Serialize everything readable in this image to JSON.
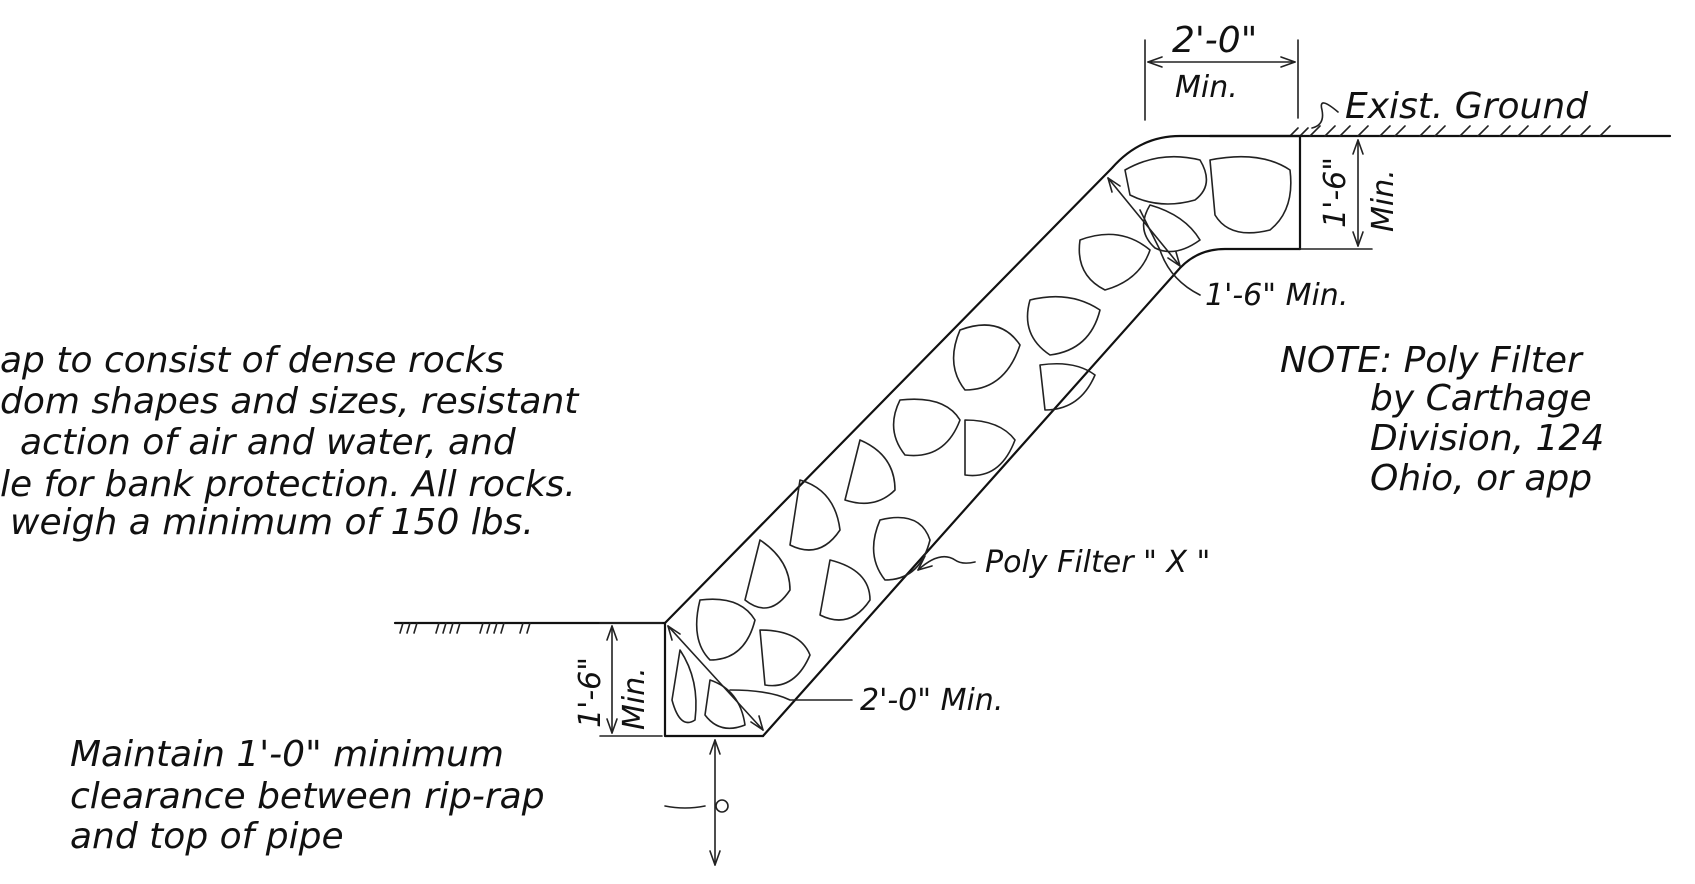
{
  "labels": {
    "top_width_dim": "2'-0\"",
    "top_width_min": "Min.",
    "exist_ground": "Exist. Ground",
    "top_depth_dim": "1'-6\"",
    "top_depth_min": "Min.",
    "slope_thickness": "1'-6\" Min.",
    "toe_depth_dim": "1'-6\"",
    "toe_depth_min": "Min.",
    "toe_thickness": "2'-0\" Min.",
    "poly_filter": "Poly Filter \" X \""
  },
  "left_note": [
    "ap to consist of dense rocks",
    "dom shapes and sizes, resistant",
    "action of air and water, and",
    "le for bank protection. All rocks.",
    "weigh a minimum of 150 lbs."
  ],
  "right_note": [
    "NOTE: Poly Filter",
    "by Carthage",
    "Division, 124",
    "Ohio, or app"
  ],
  "clearance_note": [
    "Maintain 1'-0\" minimum",
    "clearance between rip-rap",
    "and top of pipe"
  ]
}
